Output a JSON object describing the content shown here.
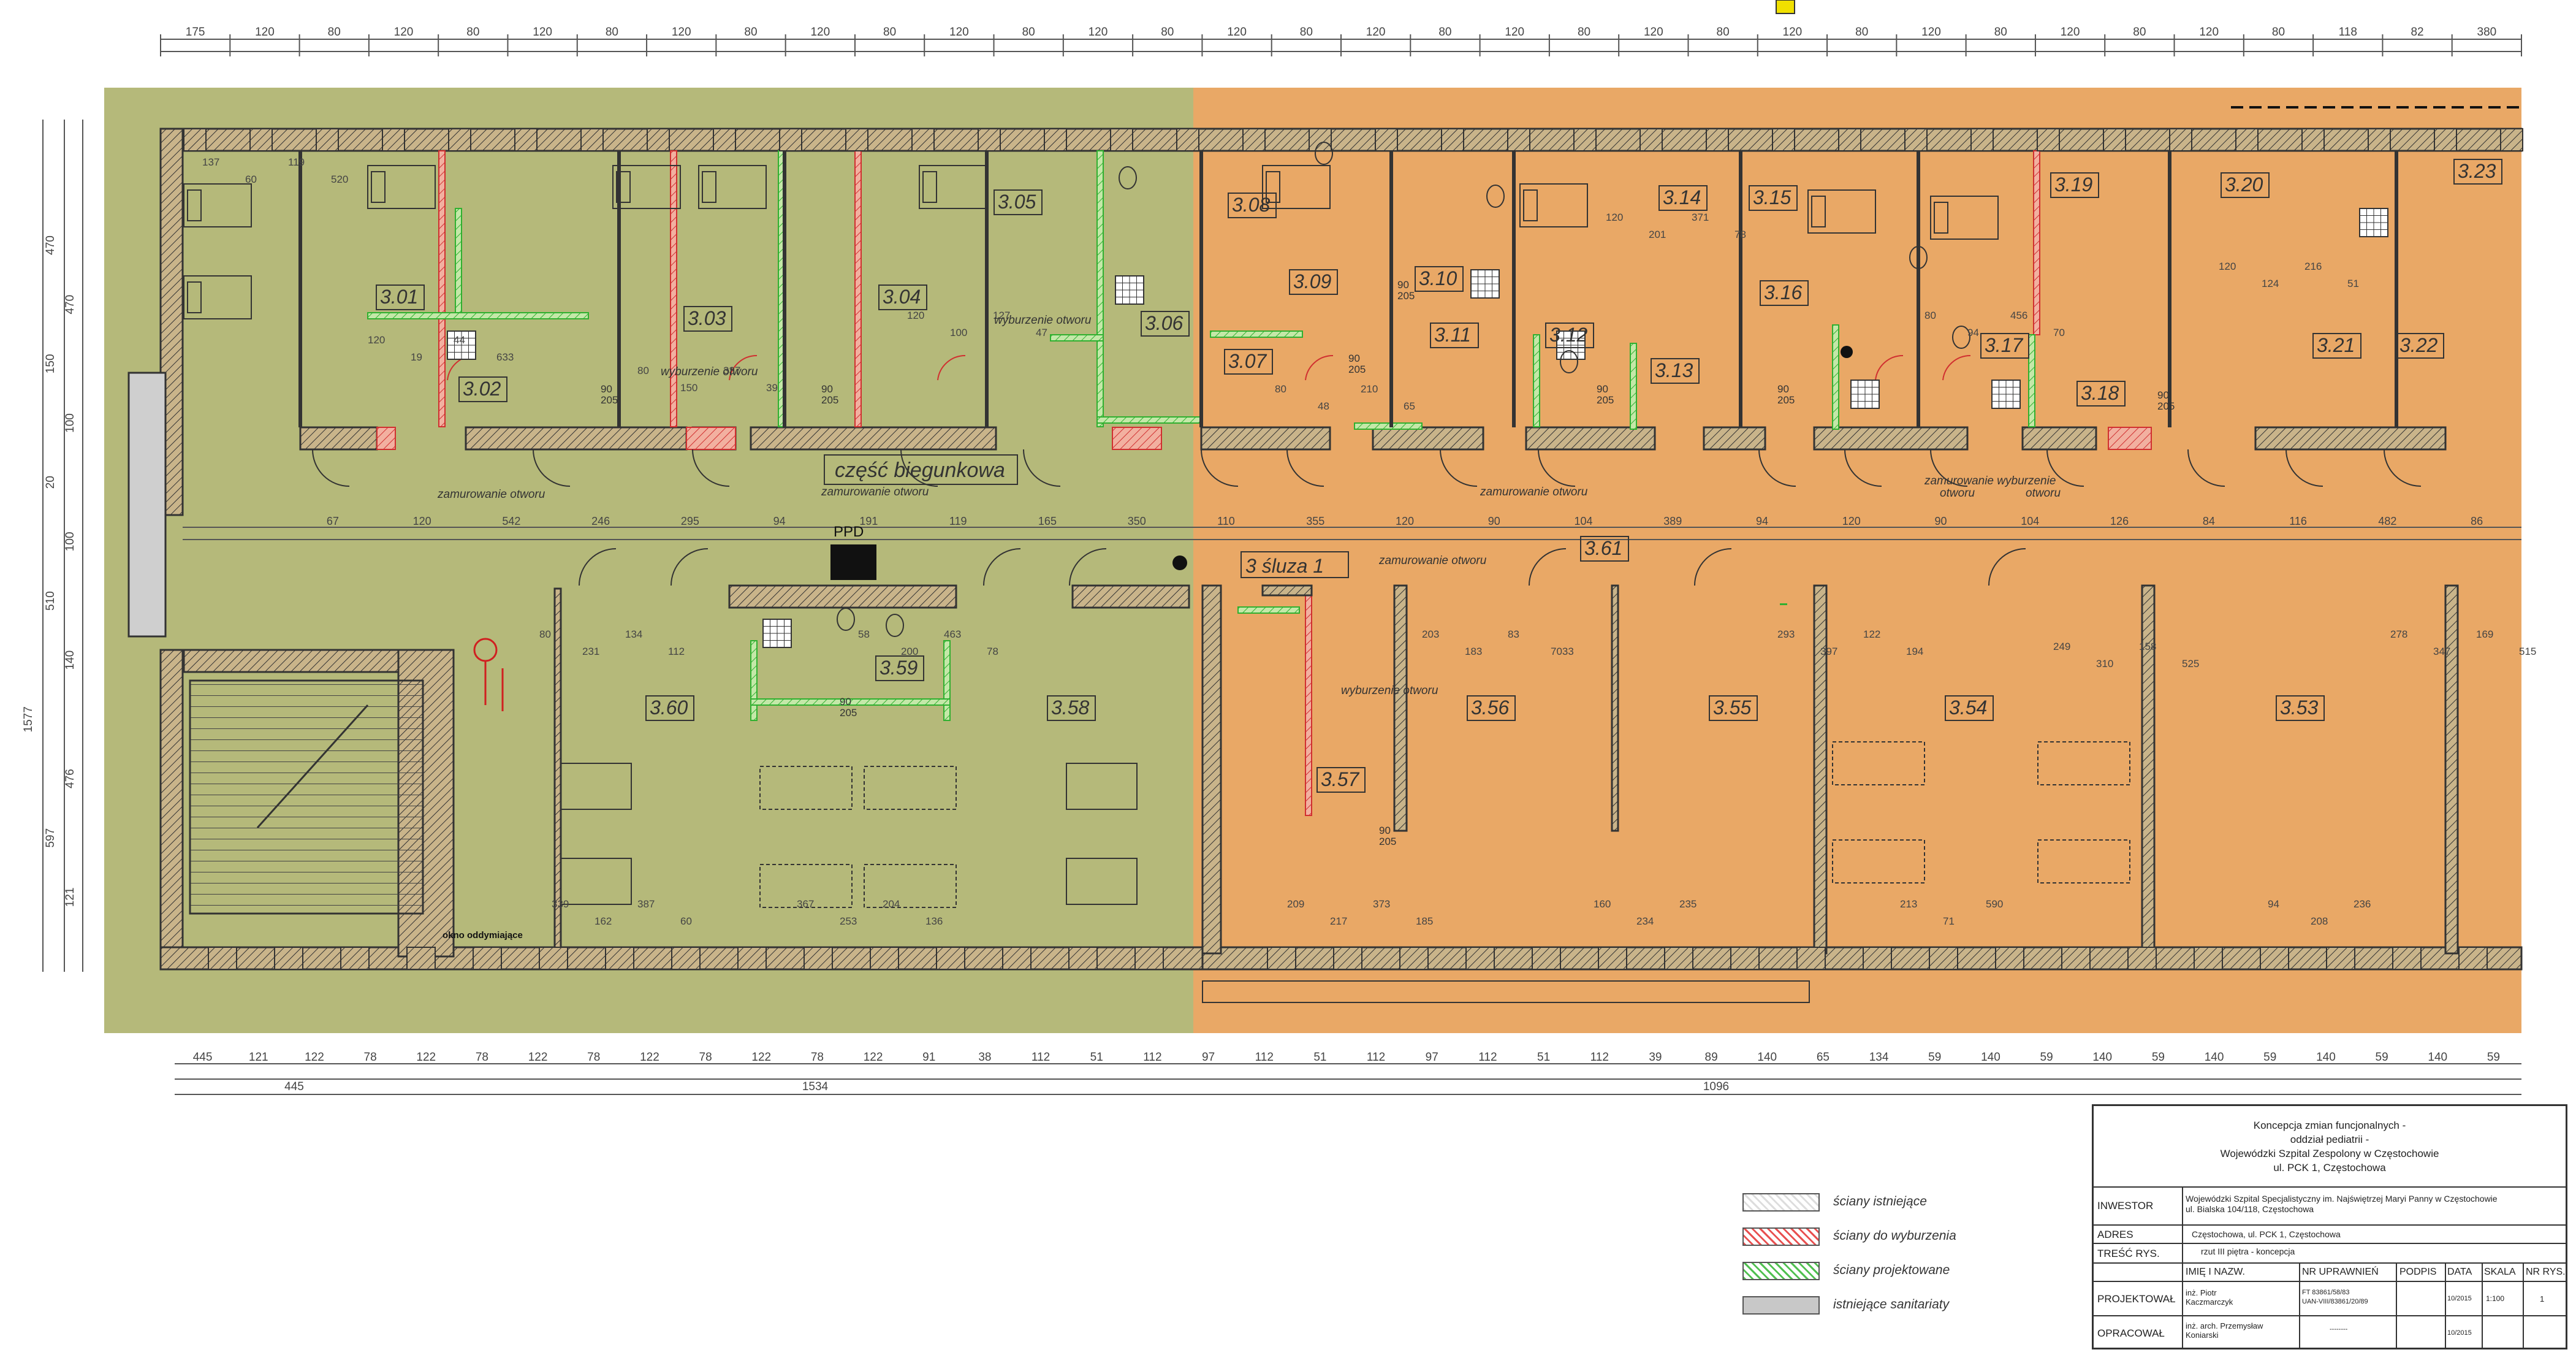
{
  "drawing": {
    "rooms_left": [
      "3.01",
      "3.02",
      "3.03",
      "3.04",
      "3.05",
      "3.06",
      "3.58",
      "3.59",
      "3.60"
    ],
    "rooms_right": [
      "3.07",
      "3.08",
      "3.09",
      "3.10",
      "3.11",
      "3.12",
      "3.13",
      "3.14",
      "3.15",
      "3.16",
      "3.17",
      "3.18",
      "3.19",
      "3.20",
      "3.21",
      "3.22",
      "3.23",
      "3.53",
      "3.54",
      "3.55",
      "3.56",
      "3.57",
      "3.61"
    ],
    "sluza_label": "3 śluza 1",
    "czesc_label": "część biegunkowa",
    "ppd_label": "PPD",
    "notes": {
      "zamurowanie_otworu": "zamurowanie otworu",
      "wyburzenie_otworu": "wyburzenie otworu",
      "zamurowanie_wyburzenie": "zamurowanie wyburzenie",
      "otworu": "otworu",
      "okno_oddymiajace": "okno oddymiające"
    },
    "door_label": "90/205",
    "door_label_short": "90",
    "door_label_low": "205",
    "dims_top": [
      "175",
      "120",
      "80",
      "120",
      "80",
      "120",
      "80",
      "120",
      "80",
      "120",
      "80",
      "120",
      "80",
      "120",
      "80",
      "120",
      "80",
      "120",
      "80",
      "120",
      "80",
      "120",
      "80",
      "120",
      "80",
      "120",
      "80",
      "120",
      "80",
      "120",
      "80",
      "118",
      "82",
      "380"
    ],
    "dims_bottom_row1": [
      "445",
      "121",
      "122",
      "78",
      "122",
      "78",
      "122",
      "78",
      "122",
      "78",
      "122",
      "78",
      "122",
      "91",
      "38",
      "112",
      "51",
      "112",
      "97",
      "112",
      "51",
      "112",
      "97",
      "112",
      "51",
      "112",
      "39",
      "89",
      "140",
      "65",
      "134",
      "59",
      "140",
      "59",
      "140",
      "59",
      "140",
      "59",
      "140",
      "59",
      "140",
      "59"
    ],
    "dims_bottom_row2": [
      "445",
      "1534",
      "1096"
    ],
    "dims_left": [
      "470",
      "470",
      "150",
      "100",
      "20",
      "100",
      "510",
      "140",
      "1577",
      "476",
      "597",
      "121"
    ],
    "corridor_dims": [
      "67",
      "120",
      "542",
      "246",
      "295",
      "94",
      "191",
      "119",
      "165",
      "350",
      "110",
      "355",
      "120",
      "90",
      "104",
      "389",
      "94",
      "120",
      "90",
      "104",
      "126",
      "84",
      "116",
      "482",
      "86"
    ],
    "room_dims": [
      "137",
      "120",
      "80",
      "120",
      "80",
      "120",
      "80",
      "120",
      "80",
      "58",
      "203",
      "293",
      "249",
      "278",
      "339",
      "367",
      "209",
      "160",
      "213",
      "94",
      "60",
      "19",
      "150",
      "100",
      "48",
      "201",
      "94",
      "124",
      "231",
      "200",
      "183",
      "397",
      "310",
      "347",
      "162",
      "253",
      "217",
      "234",
      "71",
      "208",
      "119",
      "44",
      "337",
      "127",
      "210",
      "371",
      "456",
      "216",
      "134",
      "463",
      "83",
      "122",
      "158",
      "169",
      "387",
      "204",
      "373",
      "235",
      "590",
      "236",
      "520",
      "633",
      "39",
      "47",
      "65",
      "78",
      "70",
      "51",
      "112",
      "78",
      "7033",
      "194",
      "525",
      "515",
      "60",
      "136",
      "185"
    ]
  },
  "legend": [
    {
      "label": "ściany istniejące",
      "color": "#ffffff"
    },
    {
      "label": "ściany do wyburzenia",
      "color": "#e87b7b"
    },
    {
      "label": "ściany projektowane",
      "color": "#8ed06c"
    },
    {
      "label": "istniejące sanitariaty",
      "color": "#c8c8c8"
    }
  ],
  "titleblock": {
    "head": [
      "Koncepcja zmian funcjonalnych -",
      "oddział pediatrii -",
      "Wojewódzki Szpital Zespolony w Częstochowie",
      "ul. PCK 1, Częstochowa"
    ],
    "inwestor_label": "INWESTOR",
    "inwestor_value": [
      "Wojewódzki Szpital Specjalistyczny im. Najświętrzej Maryi Panny w Częstochowie",
      "ul. Bialska 104/118, Częstochowa"
    ],
    "adres_label": "ADRES",
    "adres_value": "Częstochowa, ul. PCK 1, Częstochowa",
    "tresc_label": "TREŚĆ RYS.",
    "tresc_value": "rzut III piętra - koncepcja",
    "col_headers": [
      "IMIĘ I NAZW.",
      "NR UPRAWNIEŃ",
      "PODPIS",
      "DATA",
      "SKALA",
      "NR RYS."
    ],
    "projektowal_label": "PROJEKTOWAŁ",
    "projektowal_name": [
      "inż. Piotr",
      "Kaczmarczyk"
    ],
    "projektowal_upr": [
      "FT 83861/58/83",
      "UAN-VIII/83861/20/89"
    ],
    "projektowal_data": "10/2015",
    "projektowal_skala": "1:100",
    "projektowal_nr": "1",
    "opracowal_label": "OPRACOWAŁ",
    "opracowal_name": [
      "inż. arch. Przemysław",
      "Koniarski"
    ],
    "opracowal_upr": "--------",
    "opracowal_data": "10/2015"
  },
  "colors": {
    "existing_zone": "#b5b97a",
    "new_zone": "#e9a866",
    "wall_fill": "#c9a877",
    "demolish": "#e05050",
    "new_wall": "#33cc33",
    "line": "#333333",
    "marker": "#f0e000"
  }
}
